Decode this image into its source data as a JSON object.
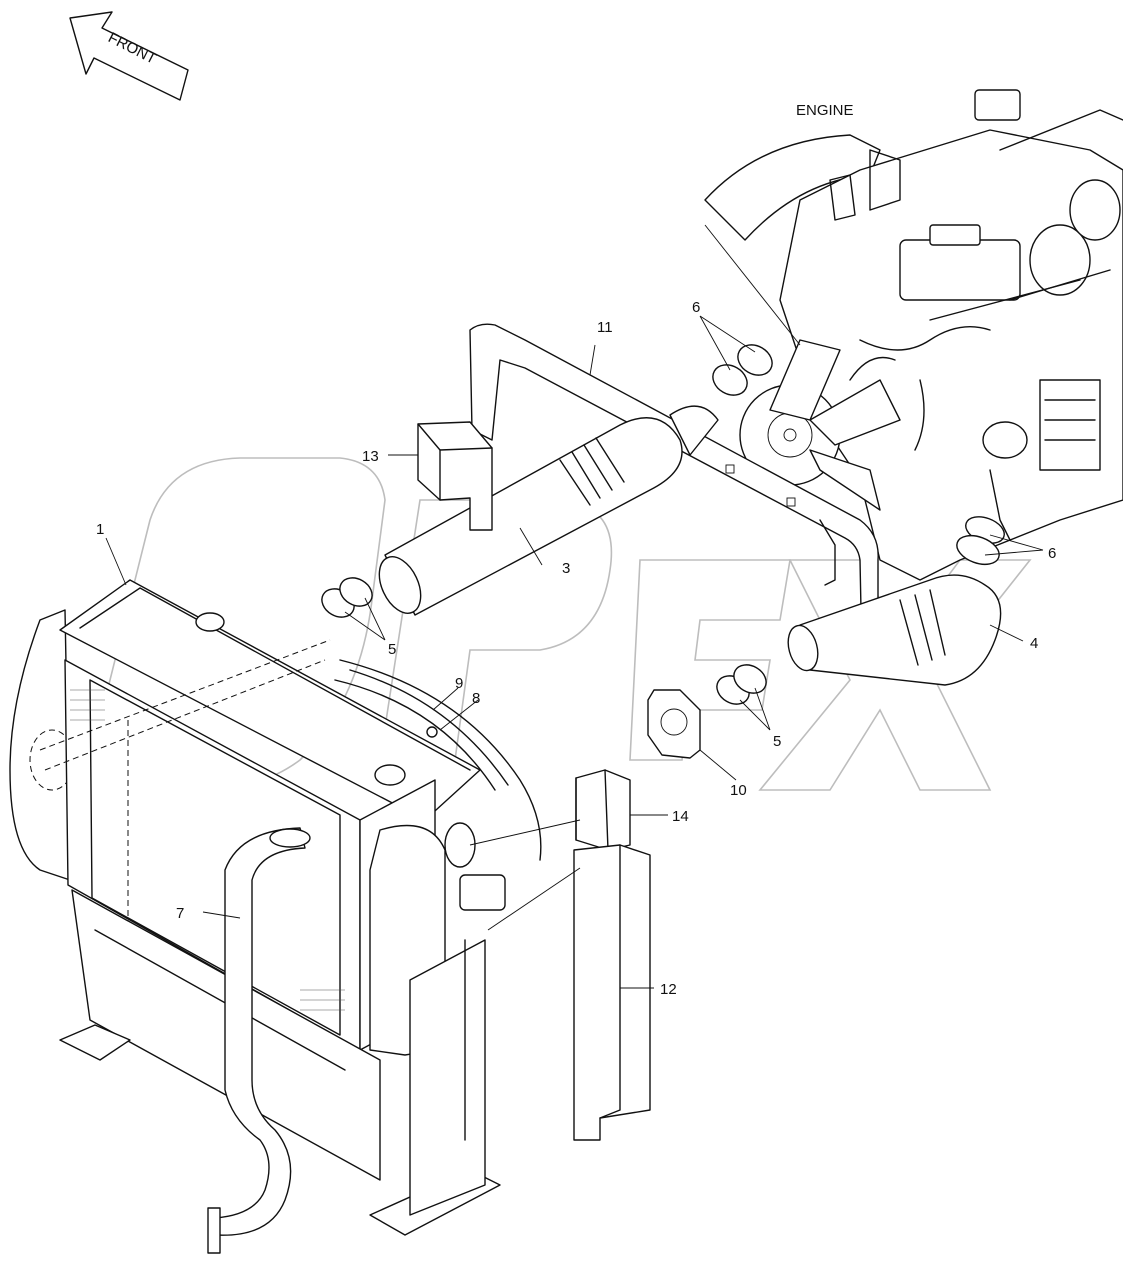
{
  "diagram": {
    "front_label": "FRONT",
    "engine_label": "ENGINE",
    "watermark": "OPEX",
    "callouts": {
      "c1": "1",
      "c3": "3",
      "c4": "4",
      "c5a": "5",
      "c5b": "5",
      "c6a": "6",
      "c6b": "6",
      "c7": "7",
      "c8": "8",
      "c9": "9",
      "c10": "10",
      "c11": "11",
      "c12": "12",
      "c13": "13",
      "c14": "14"
    }
  }
}
